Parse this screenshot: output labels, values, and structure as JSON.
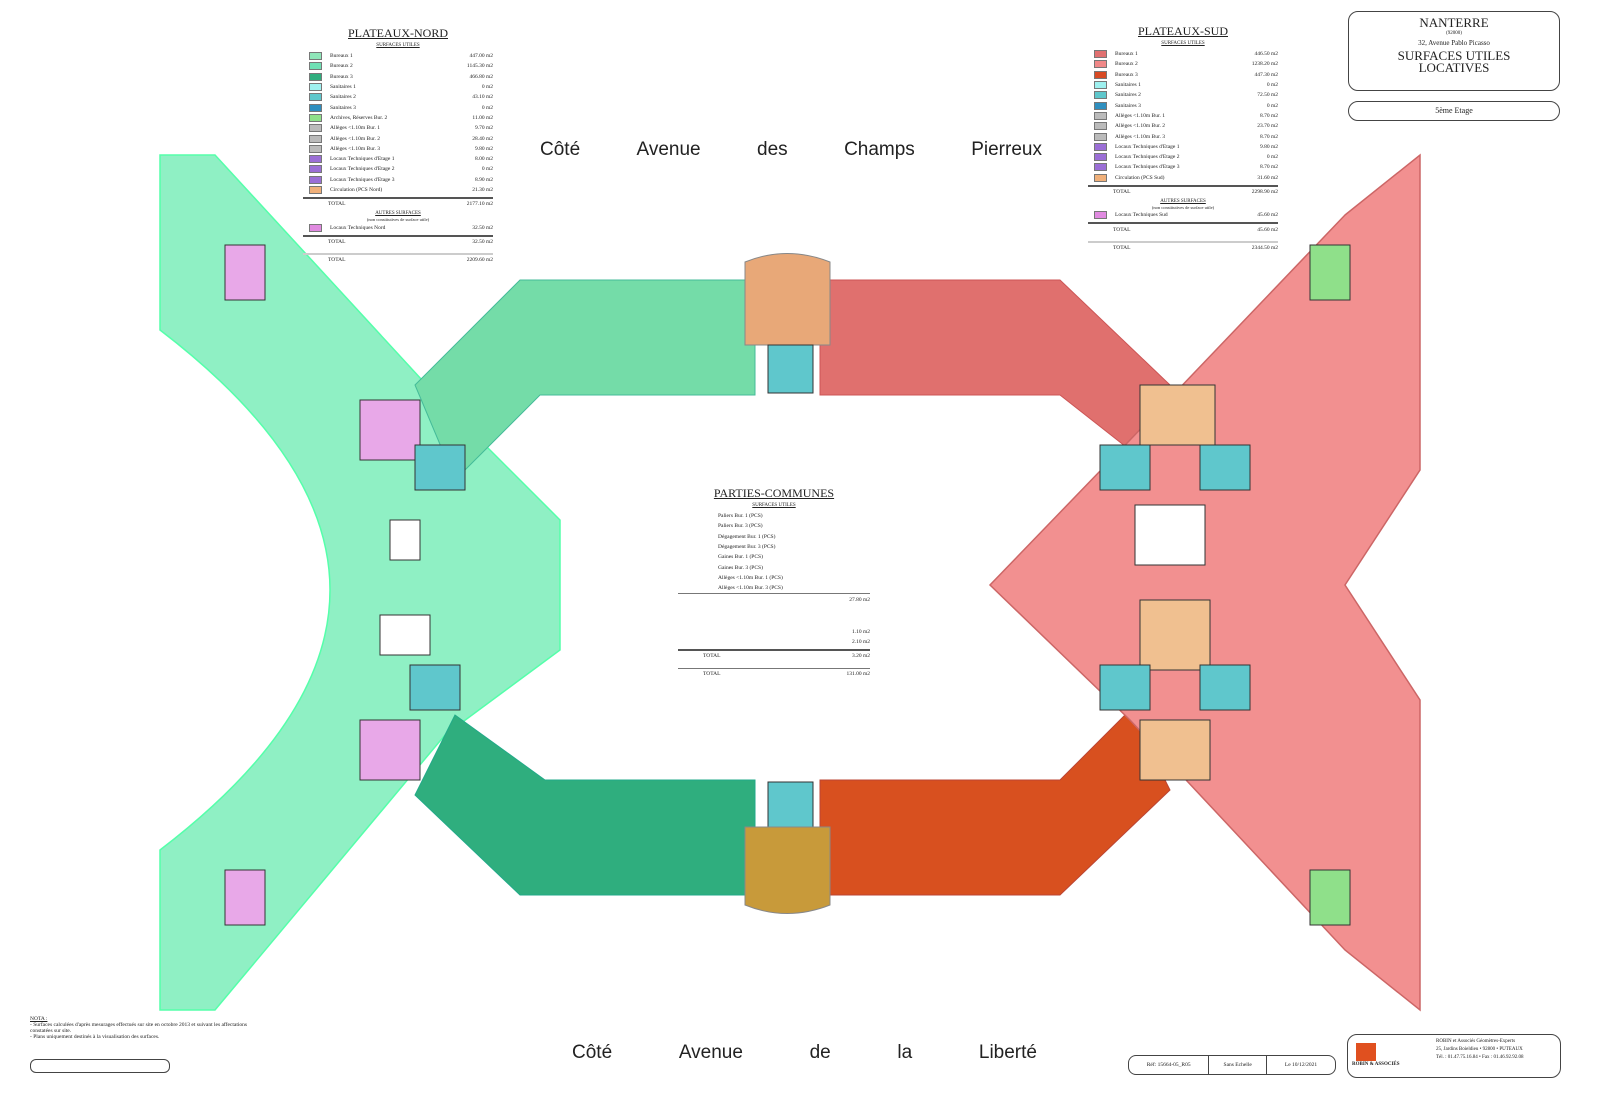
{
  "title_block": {
    "city": "NANTERRE",
    "postcode": "(92000)",
    "address": "32, Avenue Pablo Picasso",
    "title": "SURFACES UTILES LOCATIVES",
    "floor": "5ème Etage"
  },
  "streets": {
    "top": [
      "Côté",
      "Avenue",
      "des",
      "Champs",
      "Pierreux"
    ],
    "bottom": [
      "Côté",
      "Avenue",
      "de",
      "la",
      "Liberté"
    ]
  },
  "nord": {
    "title": "PLATEAUX-NORD",
    "subtitle": "SURFACES UTILES",
    "rows": [
      {
        "label": "Bureaux 1",
        "value": "447.00 m2",
        "color": "#8fe6b9"
      },
      {
        "label": "Bureaux 2",
        "value": "1145.30 m2",
        "color": "#6fe0b4"
      },
      {
        "label": "Bureaux 3",
        "value": "466.80 m2",
        "color": "#2fae7e"
      },
      {
        "label": "Sanitaires 1",
        "value": "0 m2",
        "color": "#9ef0ef"
      },
      {
        "label": "Sanitaires 2",
        "value": "43.10 m2",
        "color": "#5fc7cc"
      },
      {
        "label": "Sanitaires 3",
        "value": "0 m2",
        "color": "#2f8fbf"
      },
      {
        "label": "Archives, Réserves Bur. 2",
        "value": "11.00 m2",
        "color": "#8fe08a"
      },
      {
        "label": "Allèges <1.10m Bur. 1",
        "value": "9.70 m2",
        "color": "#bbbbbb"
      },
      {
        "label": "Allèges <1.10m Bur. 2",
        "value": "28.40 m2",
        "color": "#bbbbbb"
      },
      {
        "label": "Allèges <1.10m Bur. 3",
        "value": "9.80 m2",
        "color": "#bbbbbb"
      },
      {
        "label": "Locaux Techniques d'Etage 1",
        "value": "8.00 m2",
        "color": "#9b6fd6"
      },
      {
        "label": "Locaux Techniques d'Etage 2",
        "value": "0 m2",
        "color": "#9b6fd6"
      },
      {
        "label": "Locaux Techniques d'Etage 3",
        "value": "8.90 m2",
        "color": "#9b6fd6"
      },
      {
        "label": "Circulation (PCS Nord)",
        "value": "21.30 m2",
        "color": "#f0b07a"
      }
    ],
    "total_label": "TOTAL",
    "total": "2177.10 m2",
    "other_title": "AUTRES SURFACES",
    "other_sub": "(non constitutives de surface utile)",
    "other_rows": [
      {
        "label": "Locaux Techniques Nord",
        "value": "32.50 m2",
        "color": "#e08ae0"
      }
    ],
    "other_total": "32.50 m2",
    "grand_total": "2209.60 m2"
  },
  "sud": {
    "title": "PLATEAUX-SUD",
    "subtitle": "SURFACES UTILES",
    "rows": [
      {
        "label": "Bureaux 1",
        "value": "446.50 m2",
        "color": "#e07070"
      },
      {
        "label": "Bureaux 2",
        "value": "1238.20 m2",
        "color": "#f08888"
      },
      {
        "label": "Bureaux 3",
        "value": "447.30 m2",
        "color": "#d84a24"
      },
      {
        "label": "Sanitaires 1",
        "value": "0 m2",
        "color": "#9ef0ef"
      },
      {
        "label": "Sanitaires 2",
        "value": "72.50 m2",
        "color": "#5fc7cc"
      },
      {
        "label": "Sanitaires 3",
        "value": "0 m2",
        "color": "#2f8fbf"
      },
      {
        "label": "Allèges <1.10m Bur. 1",
        "value": "8.70 m2",
        "color": "#bbbbbb"
      },
      {
        "label": "Allèges <1.10m Bur. 2",
        "value": "23.70 m2",
        "color": "#bbbbbb"
      },
      {
        "label": "Allèges <1.10m Bur. 3",
        "value": "8.70 m2",
        "color": "#bbbbbb"
      },
      {
        "label": "Locaux Techniques d'Etage 1",
        "value": "9.80 m2",
        "color": "#9b6fd6"
      },
      {
        "label": "Locaux Techniques d'Etage 2",
        "value": "0 m2",
        "color": "#9b6fd6"
      },
      {
        "label": "Locaux Techniques d'Etage 3",
        "value": "8.70 m2",
        "color": "#9b6fd6"
      },
      {
        "label": "Circulation (PCS Sud)",
        "value": "31.60 m2",
        "color": "#f0b07a"
      }
    ],
    "total_label": "TOTAL",
    "total": "2298.90 m2",
    "other_title": "AUTRES SURFACES",
    "other_sub": "(non constitutives de surface utile)",
    "other_rows": [
      {
        "label": "Locaux Techniques Sud",
        "value": "45.60 m2",
        "color": "#e08ae0"
      }
    ],
    "other_total": "45.60 m2",
    "grand_total": "2344.50 m2"
  },
  "communes": {
    "title": "PARTIES-COMMUNES",
    "subtitle": "SURFACES UTILES",
    "rows": [
      {
        "label": "Paliers Bur. 1 (PCS)",
        "value": ""
      },
      {
        "label": "Paliers Bur. 3 (PCS)",
        "value": ""
      },
      {
        "label": "Dégagement Bur. 1 (PCS)",
        "value": ""
      },
      {
        "label": "Dégagement Bur. 3 (PCS)",
        "value": ""
      },
      {
        "label": "Gaines Bur. 1 (PCS)",
        "value": ""
      },
      {
        "label": "Gaines Bur. 3 (PCS)",
        "value": ""
      },
      {
        "label": "Allèges <1.10m Bur. 1 (PCS)",
        "value": ""
      },
      {
        "label": "Allèges <1.10m Bur. 3 (PCS)",
        "value": ""
      }
    ],
    "subtotal": "27.80 m2",
    "other_values": [
      "1.10 m2",
      "2.10 m2"
    ],
    "total_label": "TOTAL",
    "other_total": "3.20 m2",
    "grand_total": "131.00 m2"
  },
  "nota": {
    "title": "NOTA :",
    "lines": [
      "- Surfaces calculées d'après mesurages effectués sur site en octobre 2013 et suivant les affectations constatées sur site.",
      "- Plans uniquement destinés à la visualisation des surfaces."
    ]
  },
  "footer": {
    "ref": "Réf: 15664-05_R05",
    "scale": "Sans Echelle",
    "date": "Le 10/12/2021",
    "company": "ROBIN et Associés",
    "profession": "Géomètres-Experts",
    "address": "25, Jardins Boieldieu • 92800 • PUTEAUX",
    "phone": "Tél. : 01.47.75.16.84 • Fax : 01.46.92.92.08",
    "logo": "ROBIN & ASSOCIÉS"
  }
}
